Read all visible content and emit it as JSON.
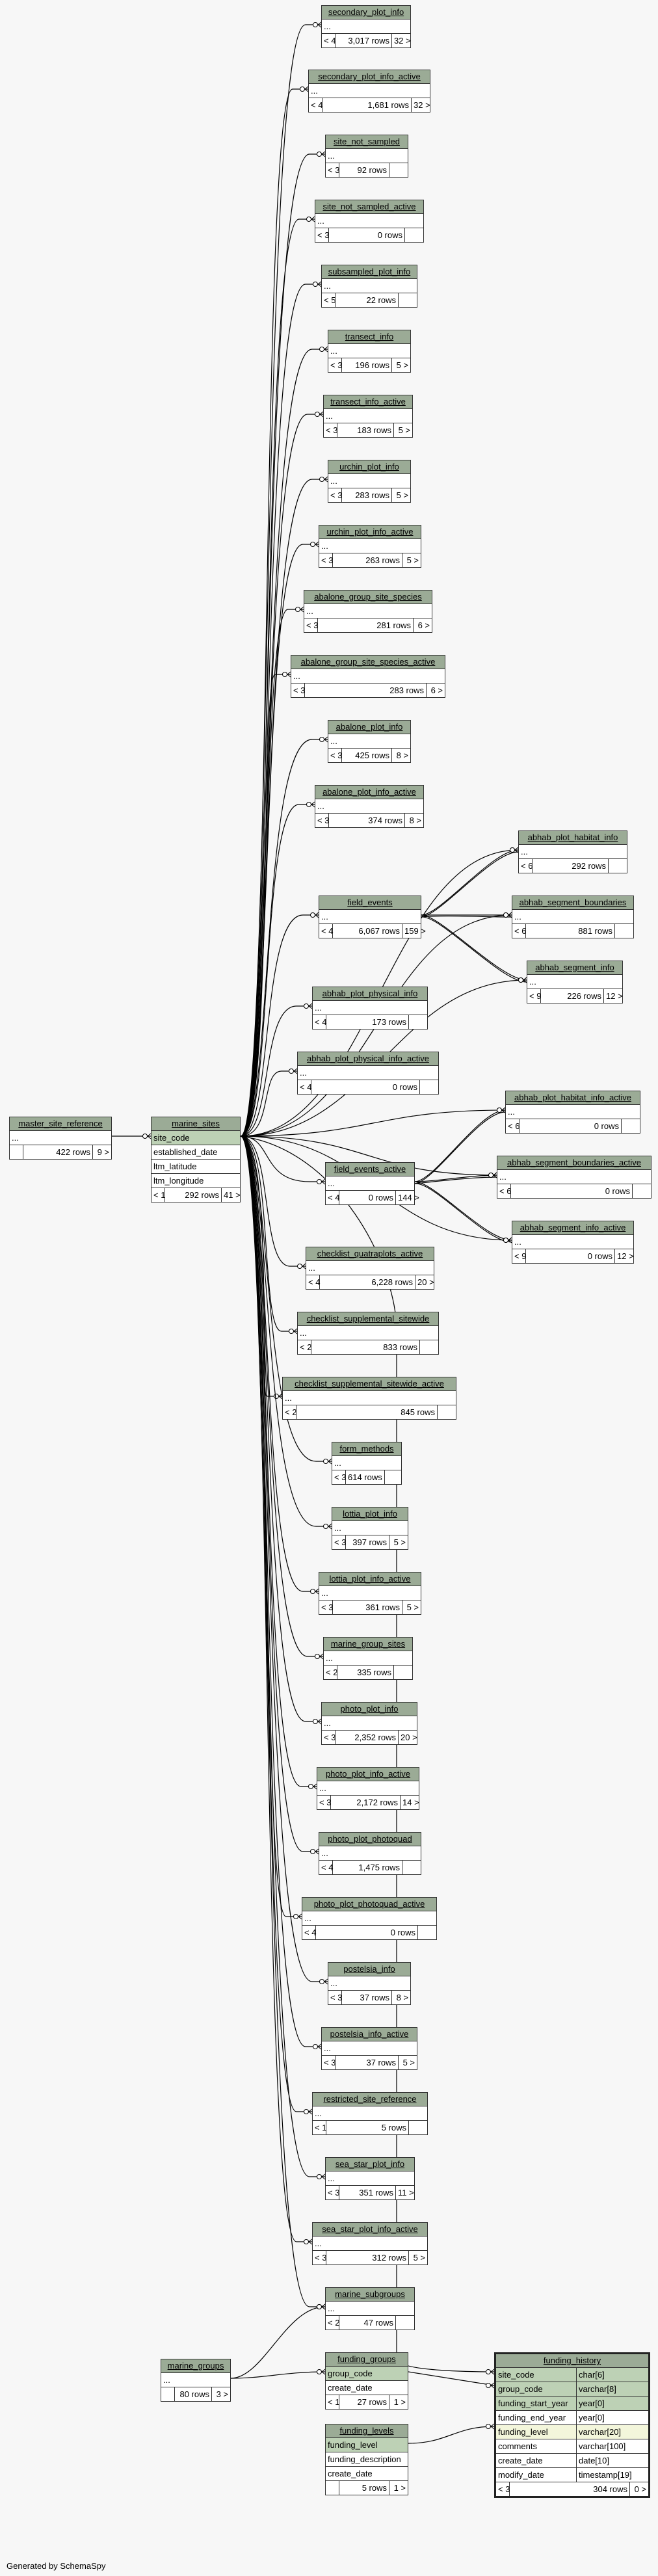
{
  "footer": "Generated by SchemaSpy",
  "tables": {
    "secondary_plot_info": {
      "name": "secondary_plot_info",
      "row": "...",
      "prev": "< 4",
      "rows": "3,017 rows",
      "next": "32 >"
    },
    "secondary_plot_info_active": {
      "name": "secondary_plot_info_active",
      "row": "...",
      "prev": "< 4",
      "rows": "1,681 rows",
      "next": "32 >"
    },
    "site_not_sampled": {
      "name": "site_not_sampled",
      "row": "...",
      "prev": "< 3",
      "rows": "92 rows",
      "next": ""
    },
    "site_not_sampled_active": {
      "name": "site_not_sampled_active",
      "row": "...",
      "prev": "< 3",
      "rows": "0 rows",
      "next": ""
    },
    "subsampled_plot_info": {
      "name": "subsampled_plot_info",
      "row": "...",
      "prev": "< 5",
      "rows": "22 rows",
      "next": ""
    },
    "transect_info": {
      "name": "transect_info",
      "row": "...",
      "prev": "< 3",
      "rows": "196 rows",
      "next": "5 >"
    },
    "transect_info_active": {
      "name": "transect_info_active",
      "row": "...",
      "prev": "< 3",
      "rows": "183 rows",
      "next": "5 >"
    },
    "urchin_plot_info": {
      "name": "urchin_plot_info",
      "row": "...",
      "prev": "< 3",
      "rows": "283 rows",
      "next": "5 >"
    },
    "urchin_plot_info_active": {
      "name": "urchin_plot_info_active",
      "row": "...",
      "prev": "< 3",
      "rows": "263 rows",
      "next": "5 >"
    },
    "abalone_group_site_species": {
      "name": "abalone_group_site_species",
      "row": "...",
      "prev": "< 3",
      "rows": "281 rows",
      "next": "6 >"
    },
    "abalone_group_site_species_active": {
      "name": "abalone_group_site_species_active",
      "row": "...",
      "prev": "< 3",
      "rows": "283 rows",
      "next": "6 >"
    },
    "abalone_plot_info": {
      "name": "abalone_plot_info",
      "row": "...",
      "prev": "< 3",
      "rows": "425 rows",
      "next": "8 >"
    },
    "abalone_plot_info_active": {
      "name": "abalone_plot_info_active",
      "row": "...",
      "prev": "< 3",
      "rows": "374 rows",
      "next": "8 >"
    },
    "abhab_plot_habitat_info": {
      "name": "abhab_plot_habitat_info",
      "row": "...",
      "prev": "< 6",
      "rows": "292 rows",
      "next": ""
    },
    "field_events": {
      "name": "field_events",
      "row": "...",
      "prev": "< 4",
      "rows": "6,067 rows",
      "next": "159 >"
    },
    "abhab_segment_boundaries": {
      "name": "abhab_segment_boundaries",
      "row": "...",
      "prev": "< 6",
      "rows": "881 rows",
      "next": ""
    },
    "abhab_segment_info": {
      "name": "abhab_segment_info",
      "row": "...",
      "prev": "< 9",
      "rows": "226 rows",
      "next": "12 >"
    },
    "abhab_plot_physical_info": {
      "name": "abhab_plot_physical_info",
      "row": "...",
      "prev": "< 4",
      "rows": "173 rows",
      "next": ""
    },
    "abhab_plot_physical_info_active": {
      "name": "abhab_plot_physical_info_active",
      "row": "...",
      "prev": "< 4",
      "rows": "0 rows",
      "next": ""
    },
    "abhab_plot_habitat_info_active": {
      "name": "abhab_plot_habitat_info_active",
      "row": "...",
      "prev": "< 6",
      "rows": "0 rows",
      "next": ""
    },
    "master_site_reference": {
      "name": "master_site_reference",
      "row": "...",
      "prev": "",
      "rows": "422 rows",
      "next": "9 >"
    },
    "marine_sites": {
      "name": "marine_sites",
      "cols": [
        "site_code",
        "established_date",
        "ltm_latitude",
        "ltm_longitude"
      ],
      "prev": "< 1",
      "rows": "292 rows",
      "next": "41 >"
    },
    "field_events_active": {
      "name": "field_events_active",
      "row": "...",
      "prev": "< 4",
      "rows": "0 rows",
      "next": "144 >"
    },
    "abhab_segment_boundaries_active": {
      "name": "abhab_segment_boundaries_active",
      "row": "...",
      "prev": "< 6",
      "rows": "0 rows",
      "next": ""
    },
    "abhab_segment_info_active": {
      "name": "abhab_segment_info_active",
      "row": "...",
      "prev": "< 9",
      "rows": "0 rows",
      "next": "12 >"
    },
    "checklist_quatraplots_active": {
      "name": "checklist_quatraplots_active",
      "row": "...",
      "prev": "< 4",
      "rows": "6,228 rows",
      "next": "20 >"
    },
    "checklist_supplemental_sitewide": {
      "name": "checklist_supplemental_sitewide",
      "row": "...",
      "prev": "< 2",
      "rows": "833 rows",
      "next": ""
    },
    "checklist_supplemental_sitewide_active": {
      "name": "checklist_supplemental_sitewide_active",
      "row": "...",
      "prev": "< 2",
      "rows": "845 rows",
      "next": ""
    },
    "form_methods": {
      "name": "form_methods",
      "row": "...",
      "prev": "< 3",
      "rows": "614 rows",
      "next": ""
    },
    "lottia_plot_info": {
      "name": "lottia_plot_info",
      "row": "...",
      "prev": "< 3",
      "rows": "397 rows",
      "next": "5 >"
    },
    "lottia_plot_info_active": {
      "name": "lottia_plot_info_active",
      "row": "...",
      "prev": "< 3",
      "rows": "361 rows",
      "next": "5 >"
    },
    "marine_group_sites": {
      "name": "marine_group_sites",
      "row": "...",
      "prev": "< 2",
      "rows": "335 rows",
      "next": ""
    },
    "photo_plot_info": {
      "name": "photo_plot_info",
      "row": "...",
      "prev": "< 3",
      "rows": "2,352 rows",
      "next": "20 >"
    },
    "photo_plot_info_active": {
      "name": "photo_plot_info_active",
      "row": "...",
      "prev": "< 3",
      "rows": "2,172 rows",
      "next": "14 >"
    },
    "photo_plot_photoquad": {
      "name": "photo_plot_photoquad",
      "row": "...",
      "prev": "< 4",
      "rows": "1,475 rows",
      "next": ""
    },
    "photo_plot_photoquad_active": {
      "name": "photo_plot_photoquad_active",
      "row": "...",
      "prev": "< 4",
      "rows": "0 rows",
      "next": ""
    },
    "postelsia_info": {
      "name": "postelsia_info",
      "row": "...",
      "prev": "< 3",
      "rows": "37 rows",
      "next": "8 >"
    },
    "postelsia_info_active": {
      "name": "postelsia_info_active",
      "row": "...",
      "prev": "< 3",
      "rows": "37 rows",
      "next": "5 >"
    },
    "restricted_site_reference": {
      "name": "restricted_site_reference",
      "row": "...",
      "prev": "< 1",
      "rows": "5 rows",
      "next": ""
    },
    "sea_star_plot_info": {
      "name": "sea_star_plot_info",
      "row": "...",
      "prev": "< 3",
      "rows": "351 rows",
      "next": "11 >"
    },
    "sea_star_plot_info_active": {
      "name": "sea_star_plot_info_active",
      "row": "...",
      "prev": "< 3",
      "rows": "312 rows",
      "next": "5 >"
    },
    "marine_subgroups": {
      "name": "marine_subgroups",
      "row": "...",
      "prev": "< 2",
      "rows": "47 rows",
      "next": ""
    },
    "marine_groups": {
      "name": "marine_groups",
      "row": "...",
      "prev": "",
      "rows": "80 rows",
      "next": "3 >"
    },
    "funding_groups": {
      "name": "funding_groups",
      "cols": [
        "group_code",
        "create_date"
      ],
      "prev": "< 1",
      "rows": "27 rows",
      "next": "1 >"
    },
    "funding_levels": {
      "name": "funding_levels",
      "cols": [
        "funding_level",
        "funding_description",
        "create_date"
      ],
      "prev": "",
      "rows": "5 rows",
      "next": "1 >"
    },
    "funding_history": {
      "name": "funding_history",
      "cols": [
        [
          "site_code",
          "char[6]"
        ],
        [
          "group_code",
          "varchar[8]"
        ],
        [
          "funding_start_year",
          "year[0]"
        ],
        [
          "funding_end_year",
          "year[0]"
        ],
        [
          "funding_level",
          "varchar[20]"
        ],
        [
          "comments",
          "varchar[100]"
        ],
        [
          "create_date",
          "date[10]"
        ],
        [
          "modify_date",
          "timestamp[19]"
        ]
      ],
      "prev": "< 3",
      "rows": "304 rows",
      "next": "0 >"
    }
  },
  "colors": {
    "header": "#9bab96",
    "key": "#bdd1b5",
    "fk": "#f3f6db",
    "line": "#000000",
    "bg": "#f7f7f7"
  }
}
